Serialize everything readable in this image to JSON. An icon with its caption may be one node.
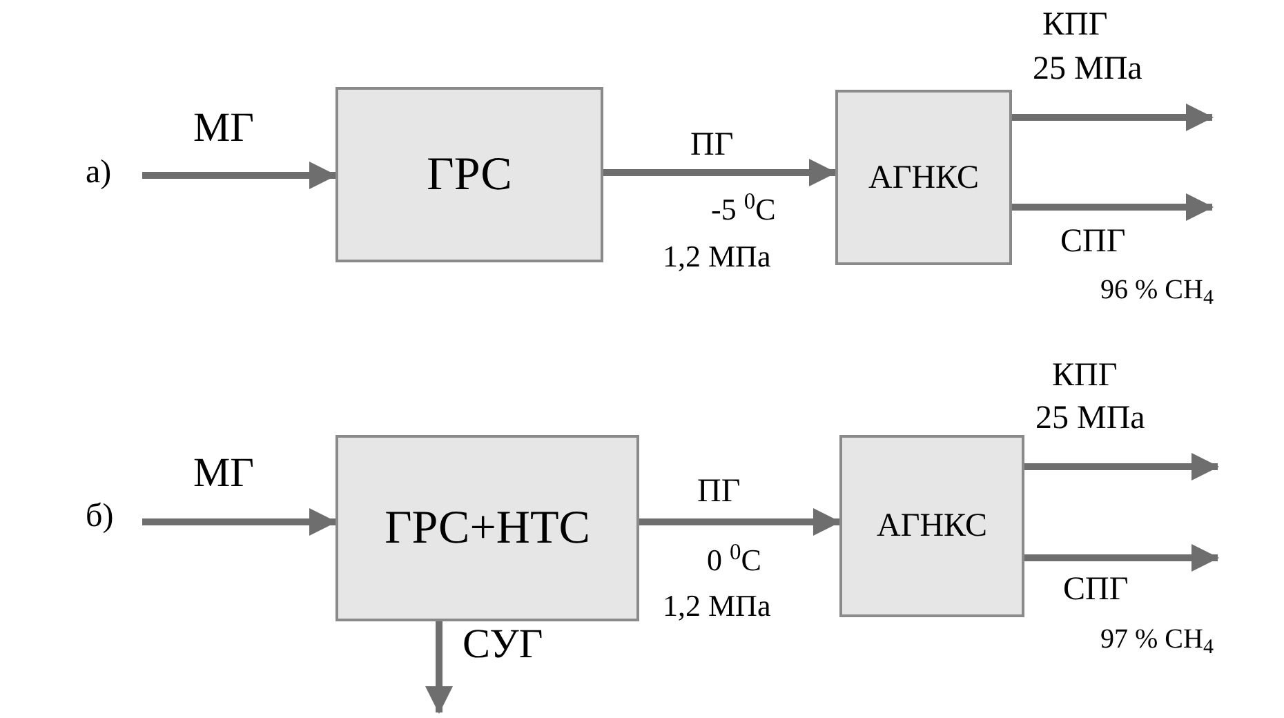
{
  "diagram": {
    "nodes": [
      {
        "text": [
          "ГРС"
        ]
      },
      {
        "text": [
          "АГНКС"
        ]
      },
      {
        "text": [
          "ГРС+НТС"
        ]
      },
      {
        "text": [
          "АГНКС"
        ]
      }
    ],
    "edges": [
      {
        "from": null,
        "to": 0,
        "arrow": "to",
        "label": "МГ"
      },
      {
        "from": 0,
        "to": 1,
        "arrow": "to",
        "label": "ПГ"
      },
      {
        "from": 1,
        "to": null,
        "arrow": "to",
        "label": "КПГ"
      },
      {
        "from": 1,
        "to": null,
        "arrow": "to",
        "label": "СПГ"
      },
      {
        "from": null,
        "to": 2,
        "arrow": "to",
        "label": "МГ"
      },
      {
        "from": 2,
        "to": 3,
        "arrow": "to",
        "label": "ПГ"
      },
      {
        "from": 3,
        "to": null,
        "arrow": "to",
        "label": "КПГ"
      },
      {
        "from": 3,
        "to": null,
        "arrow": "to",
        "label": "СПГ"
      },
      {
        "from": 2,
        "to": null,
        "arrow": "to",
        "label": "СУГ"
      }
    ],
    "labels": [
      "а)",
      "-5 $^{0}$C",
      "1,2 МПа",
      "25 МПа",
      "96 % CH$_{4}$",
      "б)",
      "0 $^{0}$C",
      "1,2 МПа",
      "25 МПа",
      "97 % CH$_{4}$"
    ]
  }
}
